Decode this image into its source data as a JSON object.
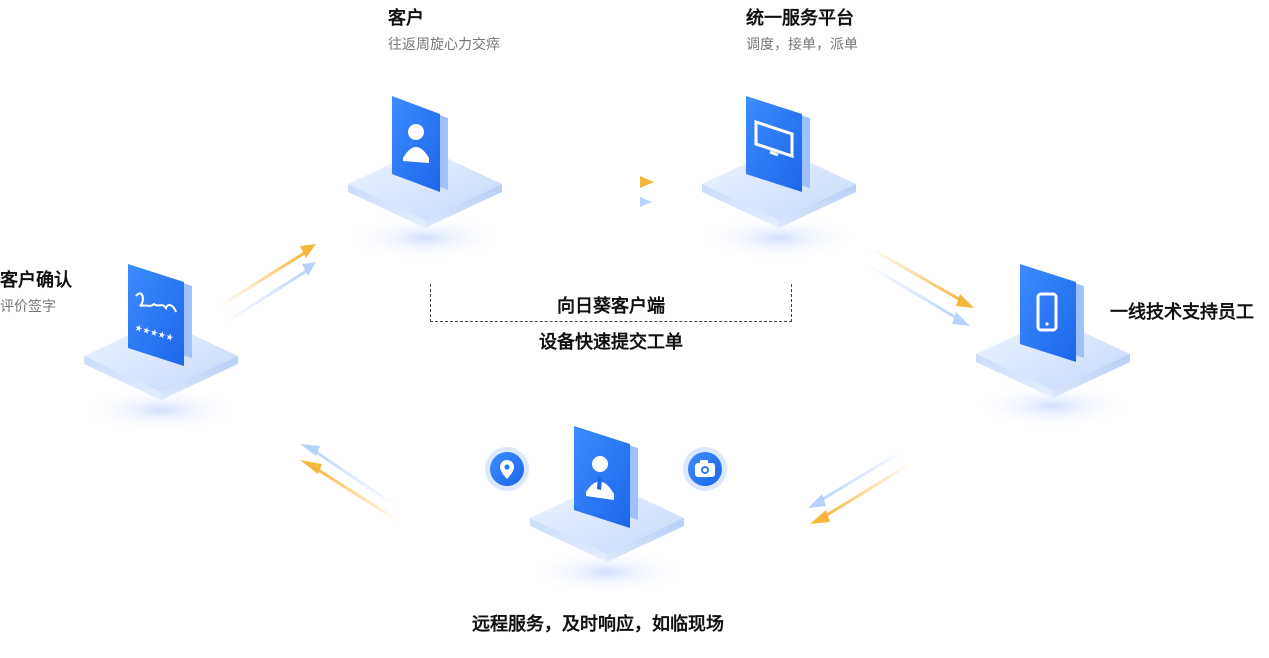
{
  "nodes": {
    "customer": {
      "title": "客户",
      "subtitle": "往返周旋心力交瘁"
    },
    "platform": {
      "title": "统一服务平台",
      "subtitle": "调度，接单，派单"
    },
    "staff": {
      "title": "一线技术支持员工"
    },
    "confirm": {
      "title": "客户确认",
      "subtitle": "评价签字"
    },
    "remote": {
      "caption": "远程服务，及时响应，如临现场"
    }
  },
  "center": {
    "line1": "向日葵客户端",
    "line2": "设备快速提交工单"
  },
  "icons": {
    "customer": "user-icon",
    "platform": "monitor-icon",
    "staff": "phone-icon",
    "confirm": "signature-icon",
    "remote": "worker-icon",
    "left_badge": "location-pin-icon",
    "right_badge": "camera-icon"
  },
  "signature_stars": "★★★★★",
  "colors": {
    "accent": "#2f7bf6",
    "arrow_orange": "#f6b63e",
    "arrow_blue": "#b8d3fb",
    "platform_light": "#dbe7fd"
  }
}
